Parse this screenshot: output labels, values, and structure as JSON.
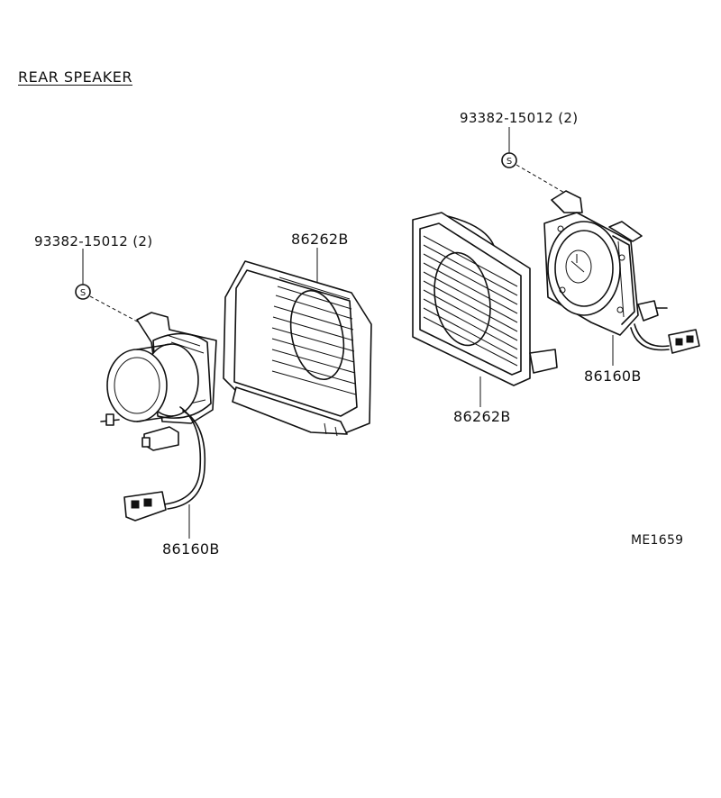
{
  "title": "REAR SPEAKER",
  "parts": {
    "screw_right": "93382-15012 (2)",
    "screw_left": "93382-15012 (2)",
    "grille_left": "86262B",
    "grille_right": "86262B",
    "speaker_left": "86160B",
    "speaker_right": "86160B"
  },
  "screw_symbol": "S",
  "figure_code": "ME1659",
  "colors": {
    "line": "#111111",
    "background": "#ffffff"
  }
}
